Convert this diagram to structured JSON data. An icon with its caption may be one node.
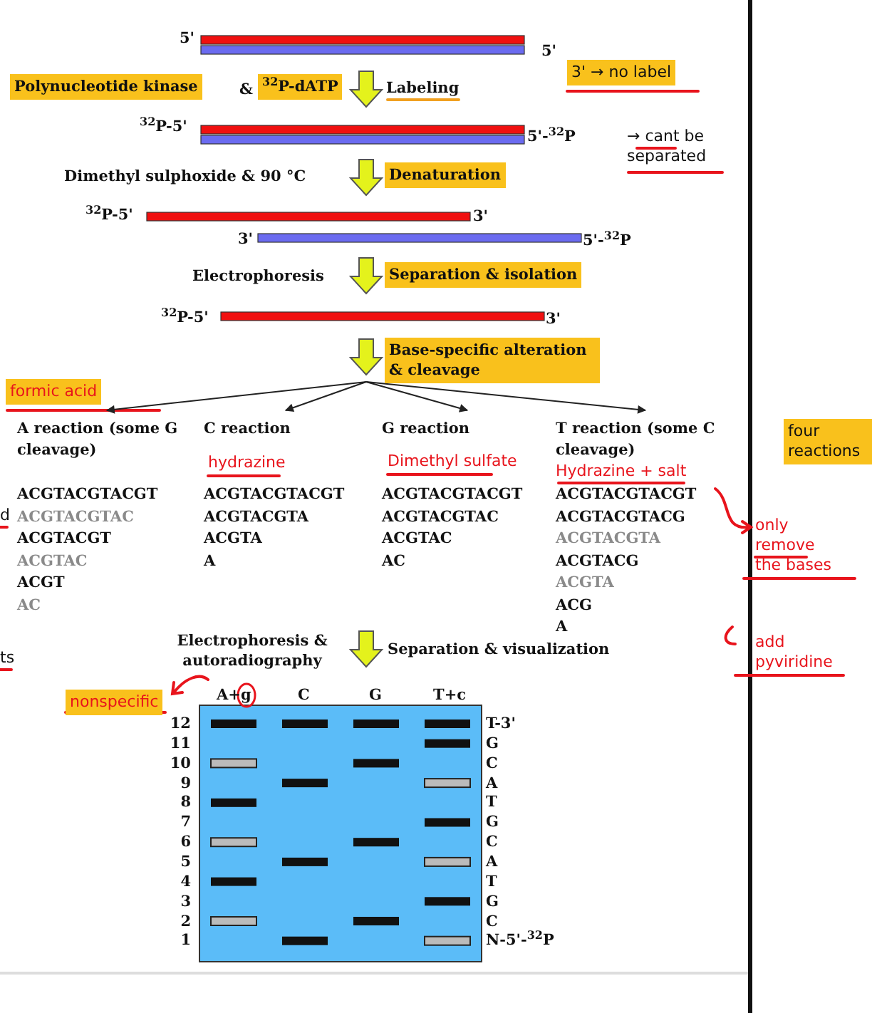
{
  "diagram": {
    "nodes": [
      {
        "text": [
          "A reaction (some G cleavage)",
          "ACGTACGTACGT",
          "ACGTACGTAC",
          "ACGTACGT",
          "ACGTAC",
          "ACGT",
          "AC"
        ]
      },
      {
        "text": [
          "C reaction",
          "ACGTACGTACGT",
          "ACGTACGTA",
          "ACGTA",
          "A"
        ]
      },
      {
        "text": [
          "G reaction",
          "ACGTACGTACGT",
          "ACGTACGTAC",
          "ACGTAC",
          "AC"
        ]
      },
      {
        "text": [
          "T reaction (some C cleavage)",
          "ACGTACGTACGT",
          "ACGTACGTACG",
          "ACGTACGTA",
          "ACGTACG",
          "ACGTA",
          "ACG",
          "A"
        ]
      }
    ],
    "edges": [
      {
        "from": null,
        "to": 0,
        "arrow": "to"
      },
      {
        "from": null,
        "to": 1,
        "arrow": "to"
      },
      {
        "from": null,
        "to": 2,
        "arrow": "to"
      },
      {
        "from": null,
        "to": 3,
        "arrow": "to"
      }
    ],
    "labels": [
      "5'",
      "5'",
      "Polynucleotide kinase",
      "&",
      "$^{32}$P-dATP",
      "Labeling",
      "3' → no label",
      "$^{32}$P-5'",
      "5'-$^{32}$P",
      "→ cant be separated",
      "Dimethyl sulphoxide & 90 °C",
      "Denaturation",
      "$^{32}$P-5'",
      "3'",
      "3'",
      "5'-$^{32}$P",
      "Electrophoresis",
      "Separation & isolation",
      "$^{32}$P-5'",
      "3'",
      "Base-specific alteration & cleavage",
      "formic acid",
      "hydrazine",
      "Dimethyl sulfate",
      "Hydrazine + salt",
      "four reactions",
      "only remove the bases",
      "add pyviridine",
      "d",
      "ts",
      "Electrophoresis & autoradiography",
      "Separation & visualization",
      "nonspecific",
      "A+g",
      "C",
      "G",
      "T+c",
      "12",
      "T-3'",
      "11",
      "G",
      "10",
      "C",
      "9",
      "A",
      "8",
      "T",
      "7",
      "G",
      "6",
      "C",
      "5",
      "A",
      "4",
      "T",
      "3",
      "G",
      "2",
      "C",
      "1",
      "N-5'-$^{32}$P"
    ]
  }
}
